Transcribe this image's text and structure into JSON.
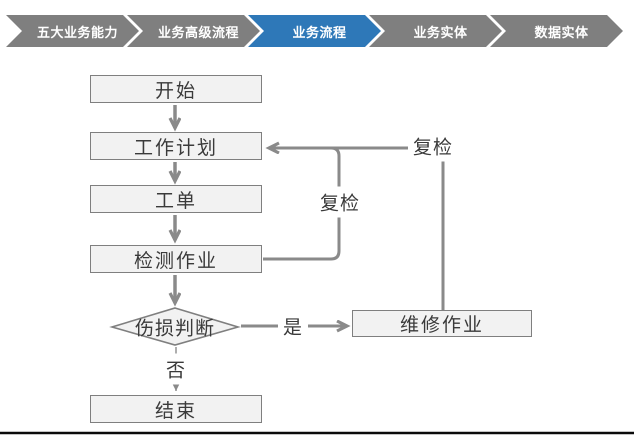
{
  "breadcrumb": {
    "items": [
      {
        "label": "五大业务能力",
        "active": false
      },
      {
        "label": "业务高级流程",
        "active": false
      },
      {
        "label": "业务流程",
        "active": true
      },
      {
        "label": "业务实体",
        "active": false
      },
      {
        "label": "数据实体",
        "active": false
      }
    ],
    "active_color": "#2E78B8",
    "inactive_color": "#7F7F7F",
    "text_color": "#FFFFFF"
  },
  "flowchart": {
    "nodes": {
      "start": {
        "label": "开始",
        "shape": "rect"
      },
      "plan": {
        "label": "工作计划",
        "shape": "rect"
      },
      "order": {
        "label": "工单",
        "shape": "rect"
      },
      "inspect": {
        "label": "检测作业",
        "shape": "rect"
      },
      "decision": {
        "label": "伤损判断",
        "shape": "diamond"
      },
      "repair": {
        "label": "维修作业",
        "shape": "rect"
      },
      "end": {
        "label": "结束",
        "shape": "rect"
      }
    },
    "edges": [
      {
        "from": "start",
        "to": "plan"
      },
      {
        "from": "plan",
        "to": "order"
      },
      {
        "from": "order",
        "to": "inspect"
      },
      {
        "from": "inspect",
        "to": "decision"
      },
      {
        "from": "decision",
        "to": "repair",
        "label": "是"
      },
      {
        "from": "decision",
        "to": "end",
        "label": "否"
      },
      {
        "from": "inspect",
        "to": "plan",
        "label": "复检"
      },
      {
        "from": "repair",
        "to": "plan",
        "label": "复检"
      }
    ],
    "edge_labels": {
      "recheck_inner": "复检",
      "recheck_outer": "复检",
      "yes": "是",
      "no": "否"
    },
    "colors": {
      "node_fill": "#F2F2F2",
      "node_border": "#7F7F7F",
      "connector": "#8A8A8A",
      "text": "#3A3A3A",
      "bottom_rule": "#0A0A0A"
    }
  }
}
